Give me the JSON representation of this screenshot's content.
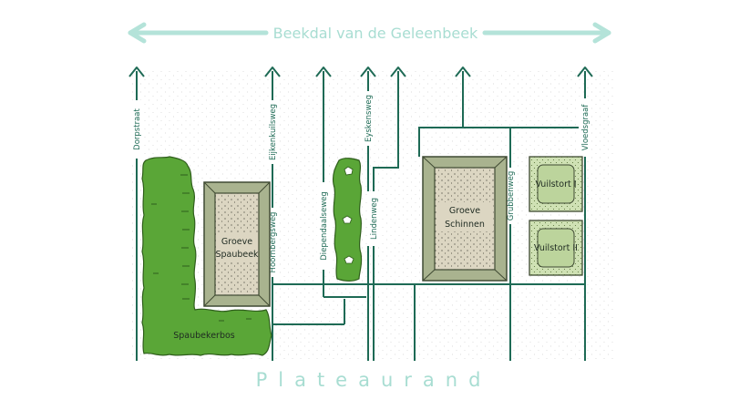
{
  "title": "Beekdal van de Geleenbeek",
  "bottom_label": "Plateaurand",
  "roads": {
    "dorpstraat": "Dorpstraat",
    "eijkenkuilsweg": "Eijkenkuilsweg",
    "hoornbergsweg": "Hoornbergsweg",
    "diependaalseweg": "Diependaalseweg",
    "eyskensweg": "Eyskensweg",
    "lindenweg": "Lindenweg",
    "grubbenweg": "Grubbenweg",
    "vloedsgraaf": "Vloedsgraaf"
  },
  "areas": {
    "spaubekerbos": "Spaubekerbos",
    "groeve_spaubeek_line1": "Groeve",
    "groeve_spaubeek_line2": "Spaubeek",
    "groeve_schinnen_line1": "Groeve",
    "groeve_schinnen_line2": "Schinnen",
    "vuilstort_1": "Vuilstort I",
    "vuilstort_2": "Vuilstort II"
  },
  "colors": {
    "road": "#1e6a55",
    "title": "#a8ddd2",
    "forest": "#5aa637",
    "forest_outline": "#2f5e1c",
    "quarry_rim": "#a9b38f",
    "quarry_floor": "#dcd6c2",
    "landfill_fill": "#cfe1b4"
  }
}
